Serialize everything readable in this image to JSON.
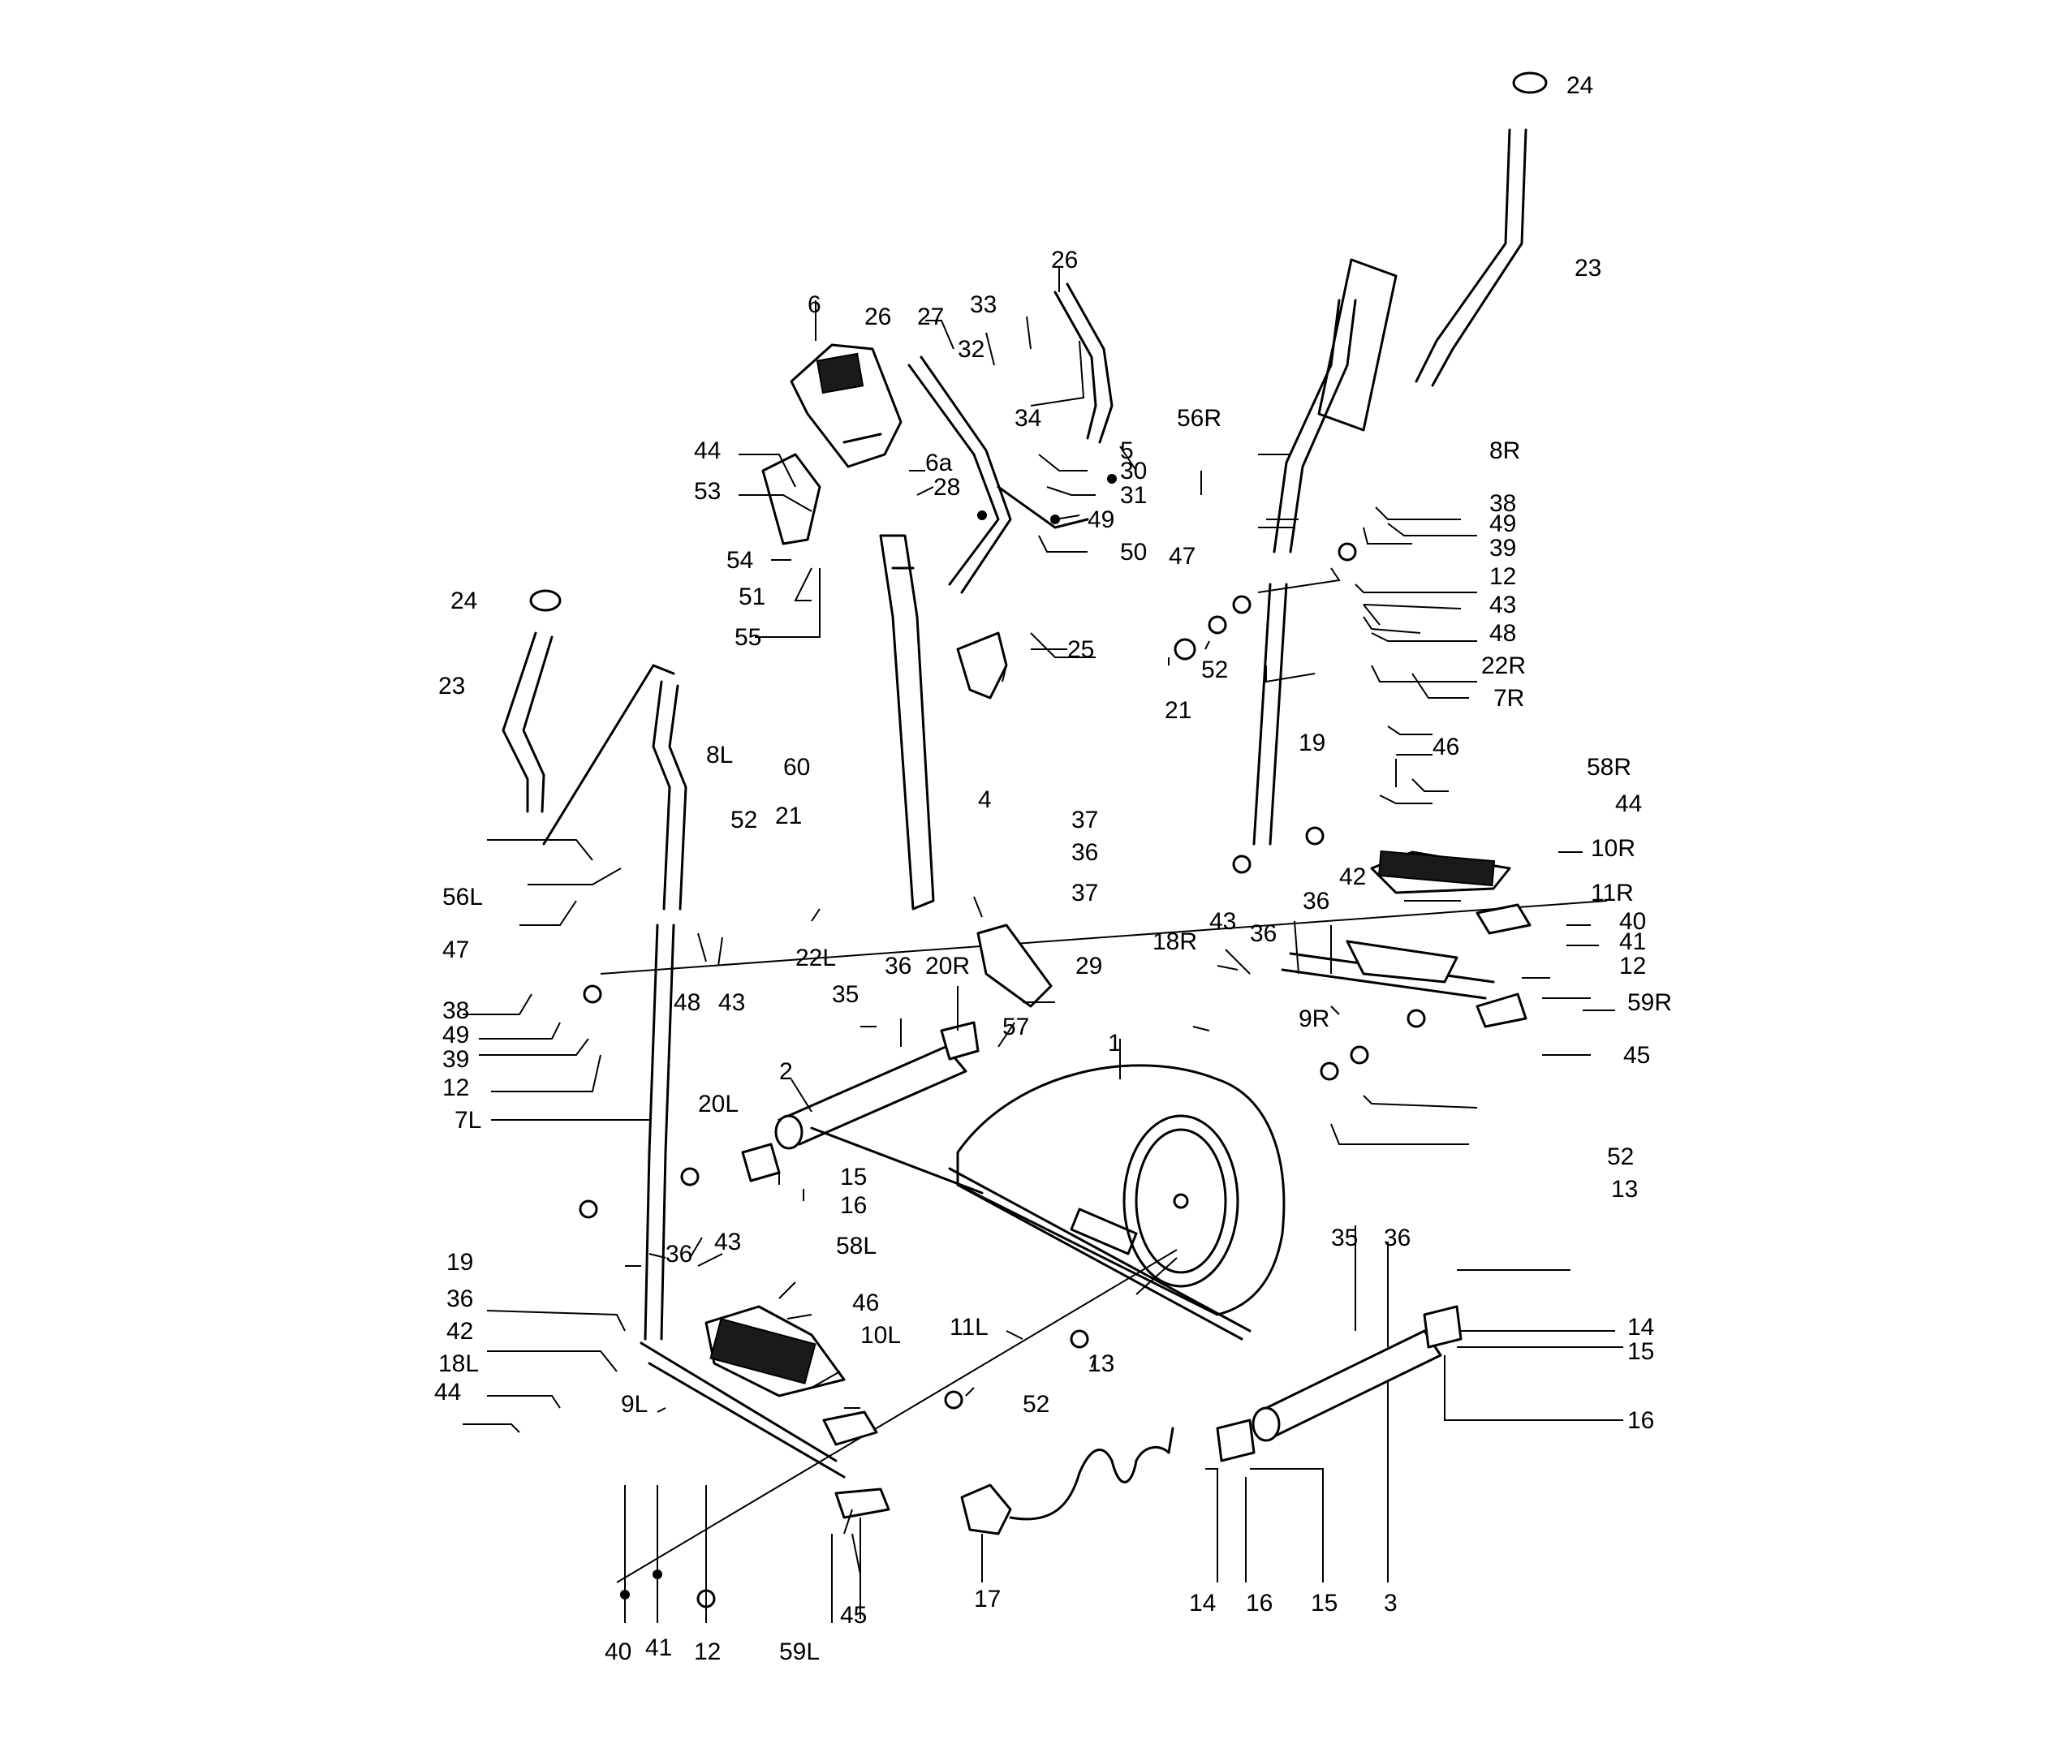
{
  "diagram": {
    "labels": {
      "p1": "1",
      "p2": "2",
      "p3": "3",
      "p4": "4",
      "p5": "5",
      "p6": "6",
      "p6a": "6a",
      "p7L": "7L",
      "p7R": "7R",
      "p8L": "8L",
      "p8R": "8R",
      "p9L": "9L",
      "p9R": "9R",
      "p10L": "10L",
      "p10R": "10R",
      "p11L": "11L",
      "p11R": "11R",
      "p12": "12",
      "p13": "13",
      "p14": "14",
      "p15": "15",
      "p16": "16",
      "p17": "17",
      "p18L": "18L",
      "p18R": "18R",
      "p19": "19",
      "p20L": "20L",
      "p20R": "20R",
      "p21": "21",
      "p22L": "22L",
      "p22R": "22R",
      "p23": "23",
      "p24": "24",
      "p25": "25",
      "p26": "26",
      "p27": "27",
      "p28": "28",
      "p29": "29",
      "p30": "30",
      "p31": "31",
      "p32": "32",
      "p33": "33",
      "p34": "34",
      "p35": "35",
      "p36": "36",
      "p37": "37",
      "p38": "38",
      "p39": "39",
      "p40": "40",
      "p41": "41",
      "p42": "42",
      "p43": "43",
      "p44": "44",
      "p45": "45",
      "p46": "46",
      "p47": "47",
      "p48": "48",
      "p49": "49",
      "p50": "50",
      "p51": "51",
      "p52": "52",
      "p53": "53",
      "p54": "54",
      "p55": "55",
      "p56L": "56L",
      "p56R": "56R",
      "p57": "57",
      "p58L": "58L",
      "p58R": "58R",
      "p59L": "59L",
      "p59R": "59R",
      "p60": "60"
    }
  }
}
